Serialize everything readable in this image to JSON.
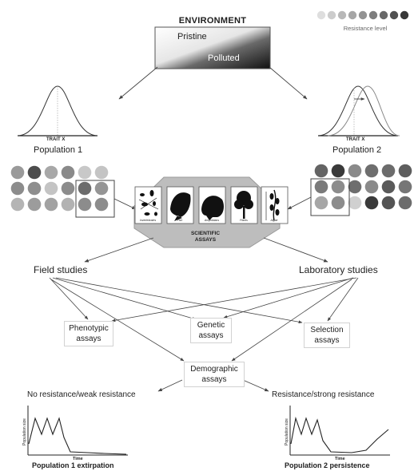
{
  "environment": {
    "title": "ENVIRONMENT",
    "pristine_label": "Pristine",
    "polluted_label": "Polluted"
  },
  "resistance_legend": {
    "label": "Resistance level",
    "colors": [
      "#dedede",
      "#cccccc",
      "#b8b8b8",
      "#a6a6a6",
      "#939393",
      "#7e7e7e",
      "#696969",
      "#515151",
      "#383838"
    ]
  },
  "population_1": {
    "trait_label": "TRAIT X",
    "name": "Population 1",
    "circle_colors": [
      [
        "#9a9a9a",
        "#4d4d4d",
        "#a8a8a8",
        "#8a8a8a",
        "#c8c8c8",
        "#c4c4c4"
      ],
      [
        "#8c8c8c",
        "#8e8e8e",
        "#c4c4c4",
        "#8c8c8c",
        "#6c6c6c",
        "#959595"
      ],
      [
        "#b4b4b4",
        "#9c9c9c",
        "#a2a2a2",
        "#b2b2b2",
        "#8c8c8c",
        "#8c8c8c"
      ]
    ]
  },
  "population_2": {
    "trait_label": "TRAIT X",
    "name": "Population 2",
    "circle_colors": [
      [
        "#646464",
        "#3a3a3a",
        "#8a8a8a",
        "#6e6e6e",
        "#6c6c6c",
        "#5e5e5e"
      ],
      [
        "#7a7a7a",
        "#8c8c8c",
        "#6e6e6e",
        "#8a8a8a",
        "#5a5a5a",
        "#767676"
      ],
      [
        "#a6a6a6",
        "#8c8c8c",
        "#d0d0d0",
        "#3a3a3a",
        "#545454",
        "#6c6c6c"
      ]
    ]
  },
  "scientific_assays": {
    "label": "SCIENTIFIC\nASSAYS",
    "cards": [
      {
        "caption": "Invertebrates",
        "icon": "insects-icon"
      },
      {
        "caption": "Fish",
        "icon": "fish-icon"
      },
      {
        "caption": "Amphibians",
        "icon": "frog-icon"
      },
      {
        "caption": "Plants",
        "icon": "tree-icon"
      },
      {
        "caption": "Algae",
        "icon": "algae-icon"
      }
    ]
  },
  "studies": {
    "field": "Field studies",
    "laboratory": "Laboratory studies"
  },
  "assays": {
    "phenotypic": "Phenotypic\nassays",
    "genetic": "Genetic\nassays",
    "selection": "Selection\nassays",
    "demographic": "Demographic\nassays"
  },
  "outcomes": {
    "left_heading": "No resistance/weak resistance",
    "right_heading": "Resistance/strong resistance",
    "y_axis_label": "Population size",
    "x_axis_label": "Time",
    "left_caption": "Population 1 extirpation",
    "right_caption": "Population 2 persistence"
  }
}
